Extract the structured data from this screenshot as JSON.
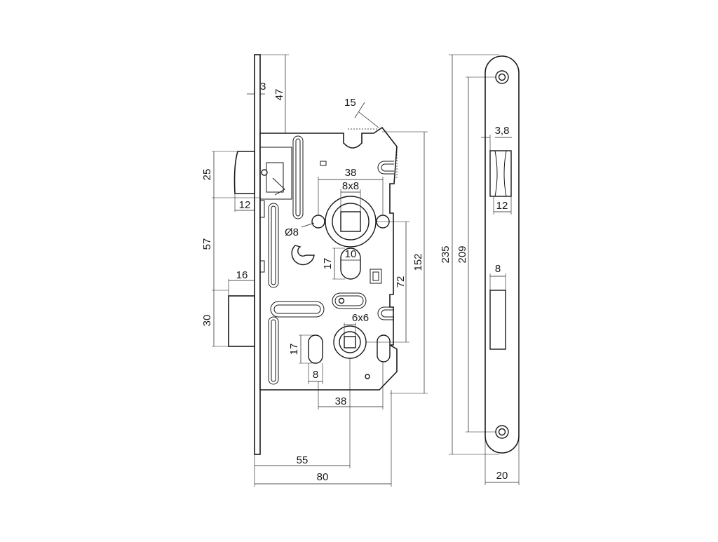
{
  "drawing": {
    "line_color": "#1a1a1a",
    "background": "#ffffff",
    "dimensions": {
      "faceplate_thickness": "3",
      "top_offset": "47",
      "latch_angle": "15",
      "backset_spacing": "38",
      "spindle_square": "8x8",
      "latch_height": "25",
      "latch_projection": "12",
      "hole_diameter": "Ø8",
      "latch_to_bolt": "57",
      "slot_height": "17",
      "slot_width": "10",
      "bolt_projection": "16",
      "bolt_height": "30",
      "center_distance": "72",
      "case_height": "152",
      "turn_square": "6x6",
      "lower_slot_height": "17",
      "lower_slot_width": "8",
      "lower_spacing": "38",
      "backset": "55",
      "case_depth": "80",
      "plate_length": "235",
      "screw_spacing": "209",
      "plate_width": "20",
      "strike_inset": "3,8",
      "strike_latch_width": "12",
      "strike_bolt_width": "8"
    }
  }
}
